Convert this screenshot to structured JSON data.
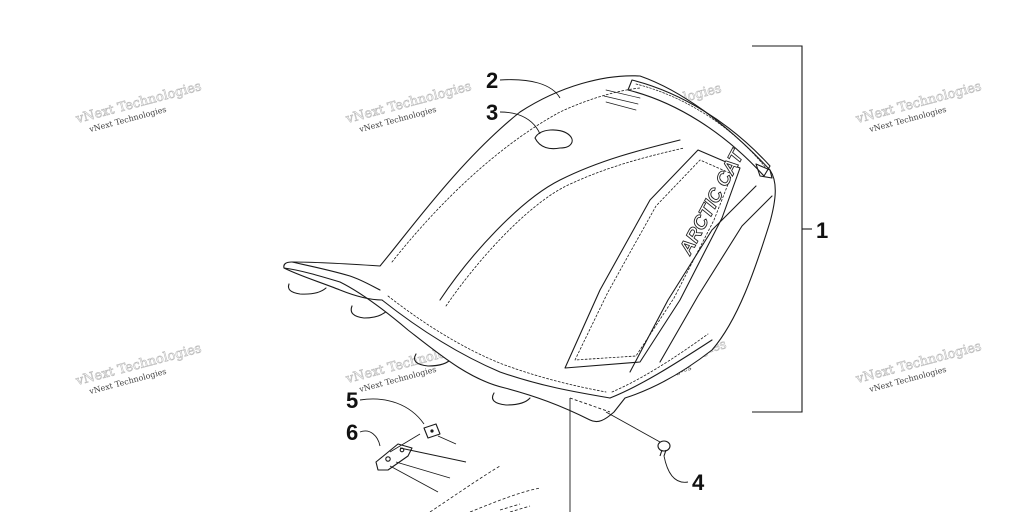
{
  "callouts": [
    {
      "label": "1",
      "part": "seat-assembly"
    },
    {
      "label": "2",
      "part": "seat-cover"
    },
    {
      "label": "3",
      "part": "decal-cap"
    },
    {
      "label": "4",
      "part": "screw"
    },
    {
      "label": "5",
      "part": "nut"
    },
    {
      "label": "6",
      "part": "bracket"
    }
  ],
  "brand_text": "ARCTIC CAT",
  "watermark_text": "vNext Technologies",
  "colors": {
    "line": "#1a1a1a",
    "background": "#ffffff",
    "watermark": "#bbbbbb"
  }
}
